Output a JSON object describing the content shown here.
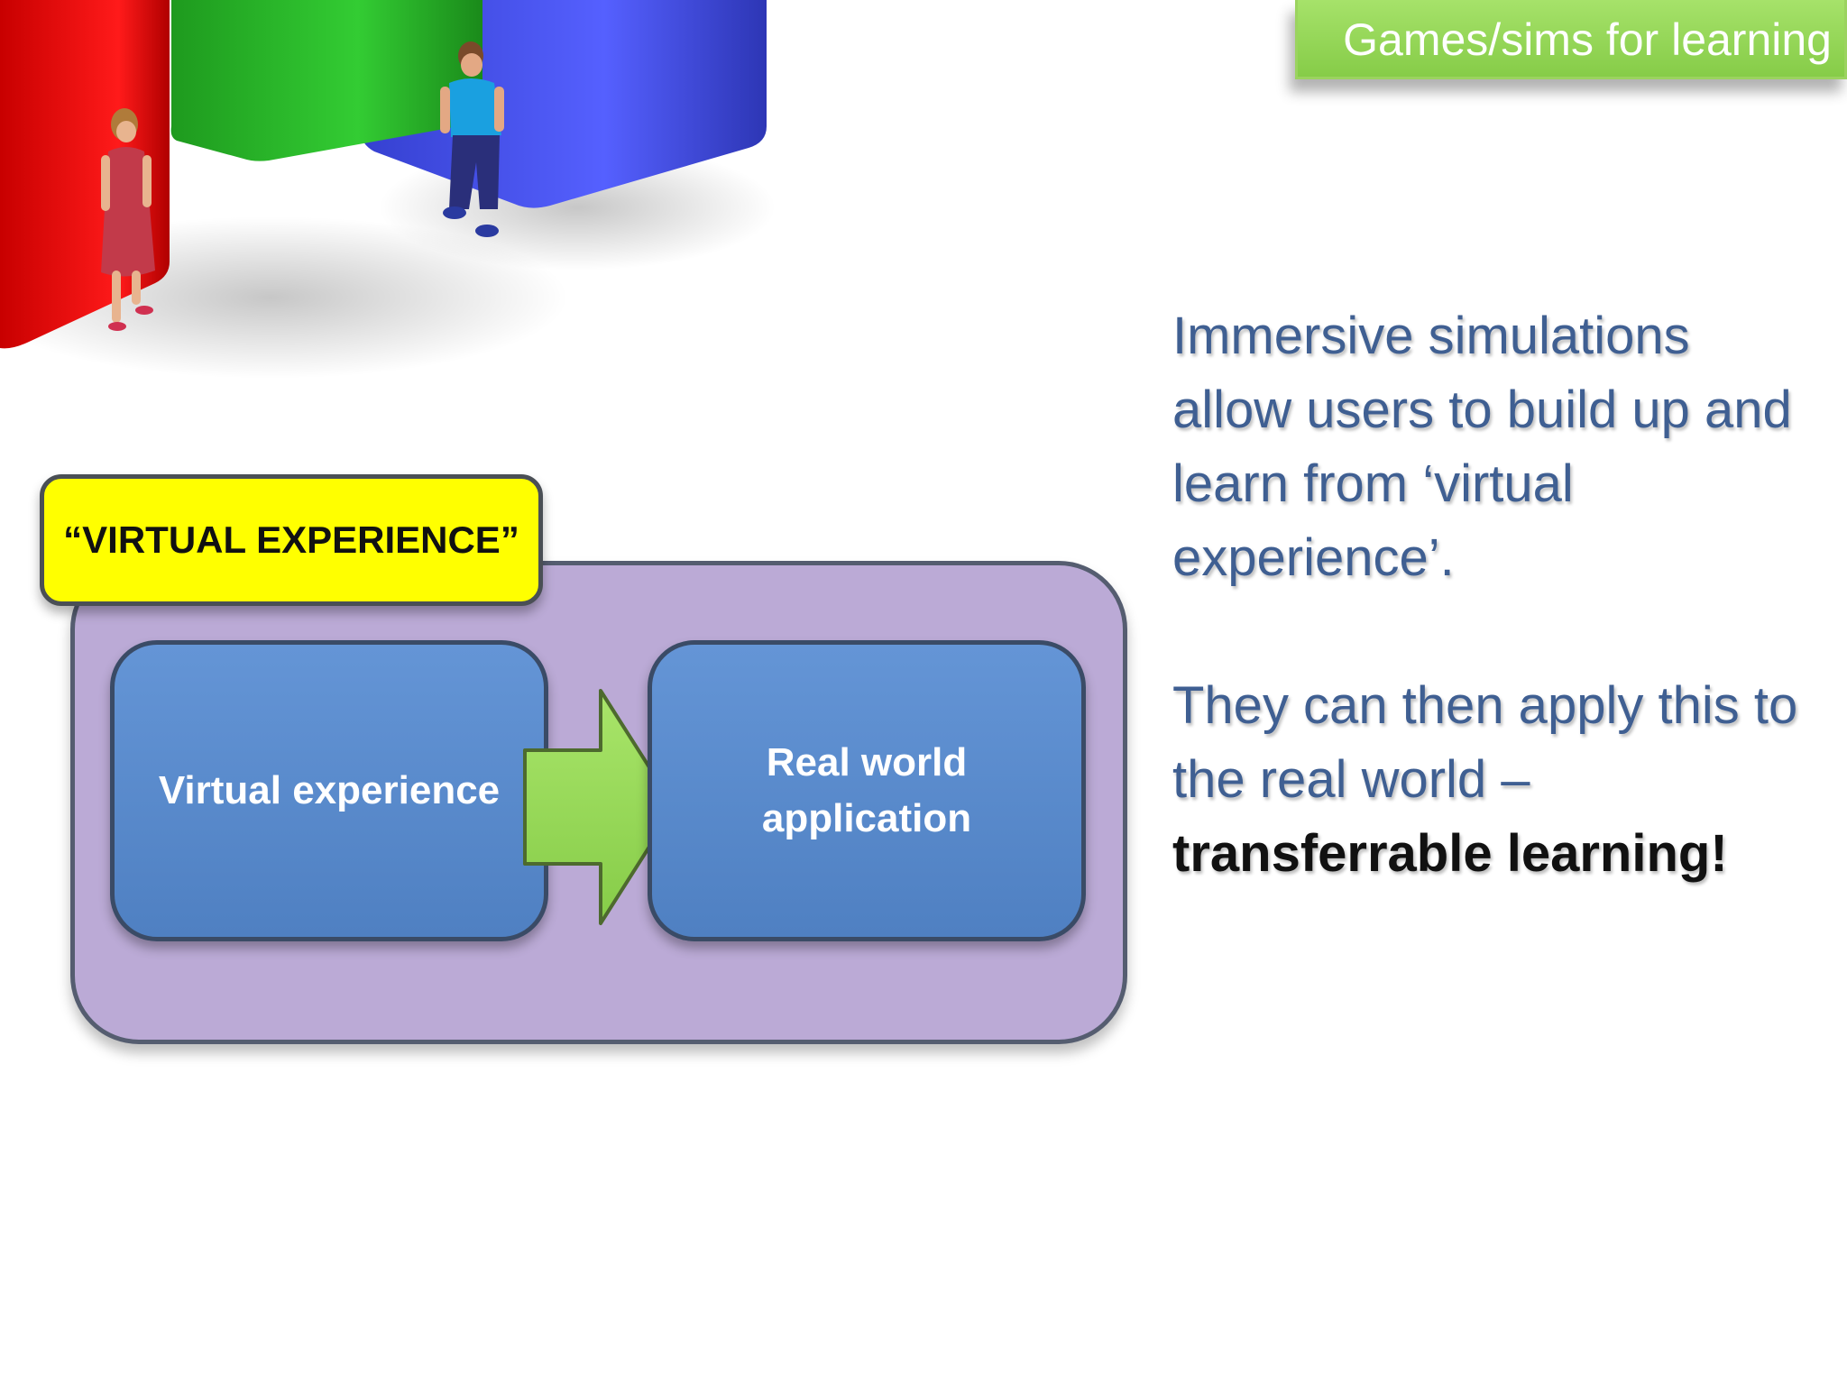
{
  "section_tag": "Games/sims for learning",
  "diagram": {
    "frame_label": "“VIRTUAL EXPERIENCE”",
    "left_box": "Virtual experience",
    "right_box": {
      "line1": "Real world",
      "line2": "application"
    }
  },
  "body": {
    "paragraph1": "Immersive simulations allow users to build up and learn from ‘virtual experience’.",
    "paragraph2_text": "They can then apply this to the real world –",
    "paragraph2_emphasis": "transferrable learning!"
  },
  "colors": {
    "tag_green": "#8ed050",
    "body_text_blue": "#3f5f92",
    "frame_purple": "#bbaad6",
    "label_yellow": "#ffff00",
    "node_blue": "#5a8ace",
    "arrow_green": "#99dd55"
  },
  "illustration": {
    "icons": [
      "red-block-icon",
      "green-block-icon",
      "blue-block-icon",
      "woman-figure-icon",
      "man-figure-icon"
    ]
  }
}
